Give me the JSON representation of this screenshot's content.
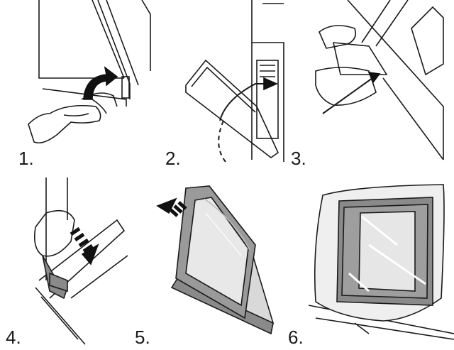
{
  "steps": [
    {
      "label": "1.",
      "icon": "oven-hinge-lever-icon"
    },
    {
      "label": "2.",
      "icon": "door-tilt-close-icon"
    },
    {
      "label": "3.",
      "icon": "door-lift-out-icon"
    },
    {
      "label": "4.",
      "icon": "door-trim-removal-icon"
    },
    {
      "label": "5.",
      "icon": "glass-pane-slide-out-icon"
    },
    {
      "label": "6.",
      "icon": "glass-pane-on-cloth-icon"
    }
  ],
  "colors": {
    "line": "#1a1a1a",
    "arrow": "#111111",
    "glass_gray": "#8a8a8a",
    "glass_light": "#d9d9d9",
    "cloth": "#efefef"
  }
}
